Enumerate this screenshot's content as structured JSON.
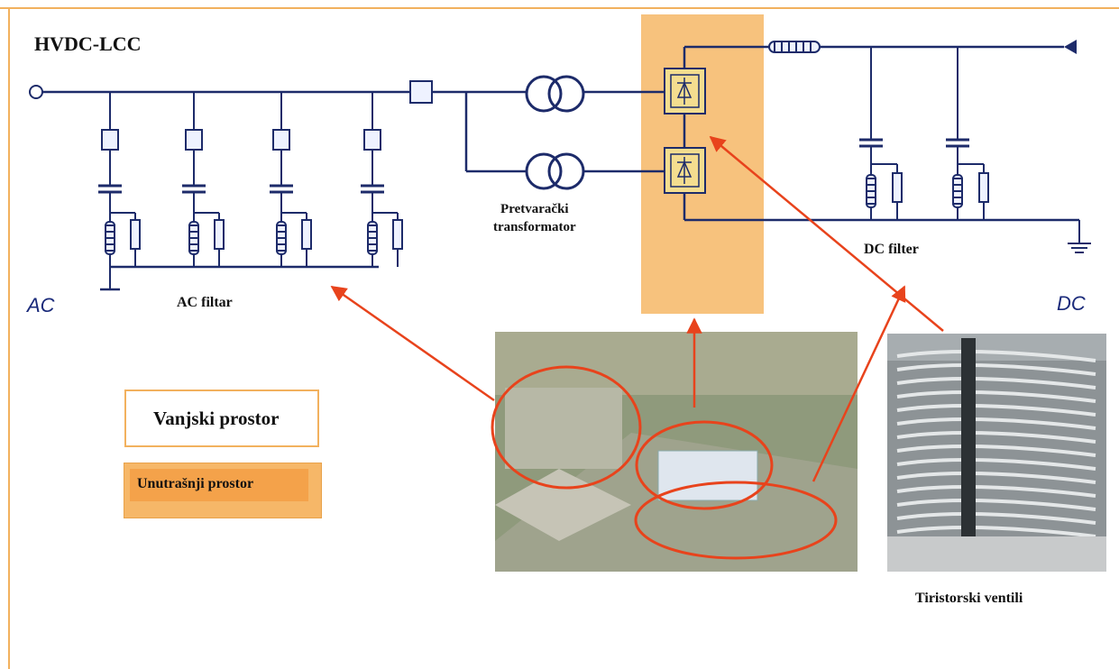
{
  "title": "HVDC-LCC",
  "labels": {
    "ac": "AC",
    "dc": "DC",
    "ac_filter": "AC filtar",
    "dc_filter": "DC filter",
    "converter_transformer_line1": "Pretvarački",
    "converter_transformer_line2": "transformator",
    "thyristor_valves": "Tiristorski ventili"
  },
  "legend": {
    "outdoor": "Vanjski prostor",
    "indoor": "Unutrašnji prostor"
  },
  "colors": {
    "wire": "#1d2b6a",
    "component_fill": "#eef2ff",
    "indoor_highlight": "#f7c27d",
    "valve_fill": "#f4dd8f",
    "arrow": "#e8431c",
    "frame": "#f2b15e"
  }
}
